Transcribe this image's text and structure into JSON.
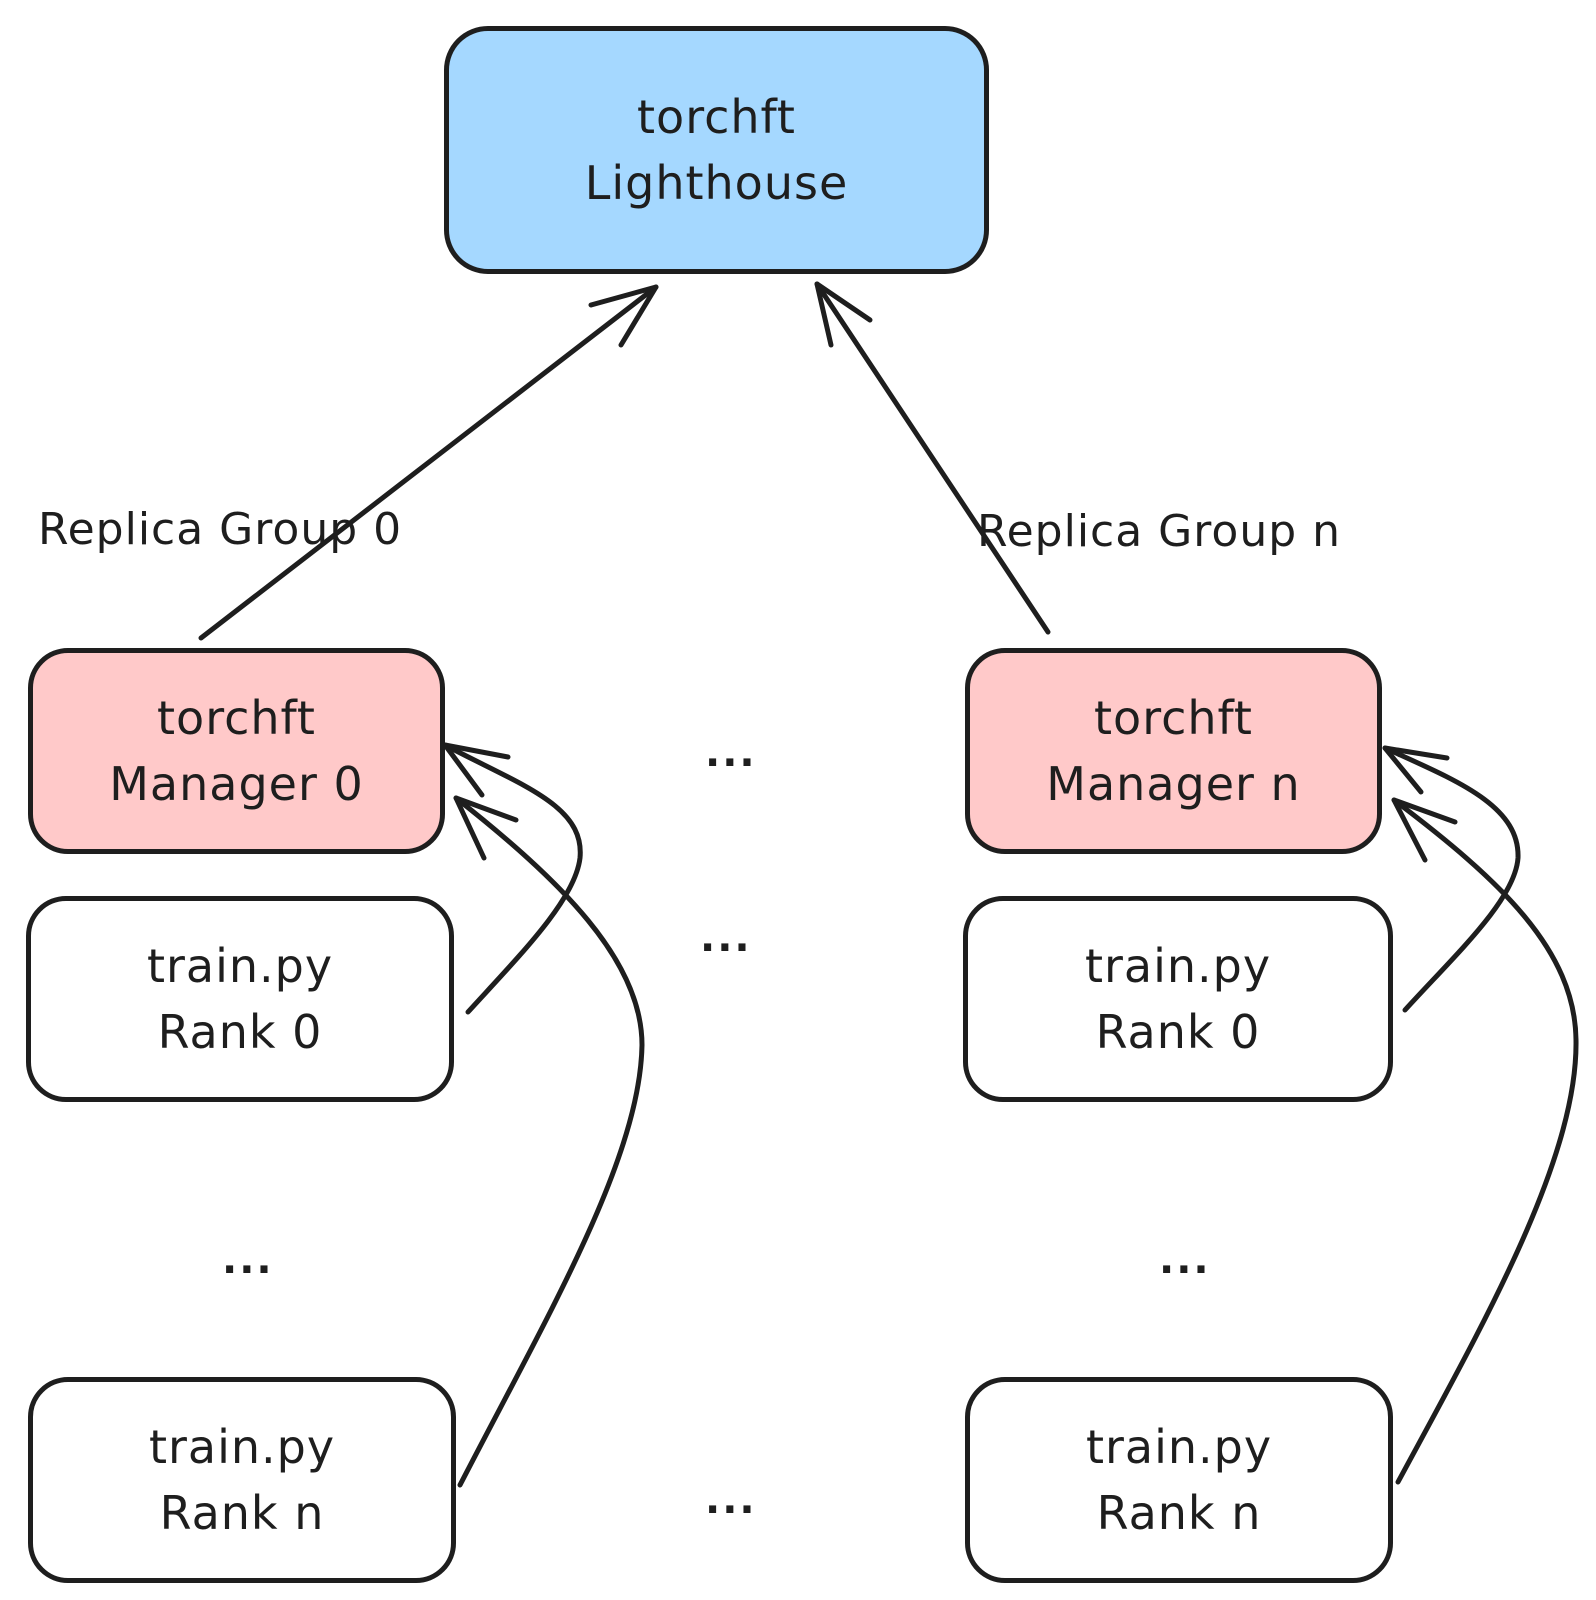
{
  "lighthouse": {
    "line1": "torchft",
    "line2": "Lighthouse"
  },
  "groups": [
    {
      "label": "Replica Group 0",
      "manager": {
        "line1": "torchft",
        "line2": "Manager 0"
      },
      "rank_first": {
        "line1": "train.py",
        "line2": "Rank 0"
      },
      "rank_last": {
        "line1": "train.py",
        "line2": "Rank n"
      },
      "ellipsis": "..."
    },
    {
      "label": "Replica Group n",
      "manager": {
        "line1": "torchft",
        "line2": "Manager n"
      },
      "rank_first": {
        "line1": "train.py",
        "line2": "Rank 0"
      },
      "rank_last": {
        "line1": "train.py",
        "line2": "Rank n"
      },
      "ellipsis": "..."
    }
  ],
  "between_groups": [
    "...",
    "...",
    "..."
  ],
  "colors": {
    "lighthouse_fill": "#a5d8ff",
    "manager_fill": "#ffc9c9",
    "stroke": "#1e1e1e"
  }
}
